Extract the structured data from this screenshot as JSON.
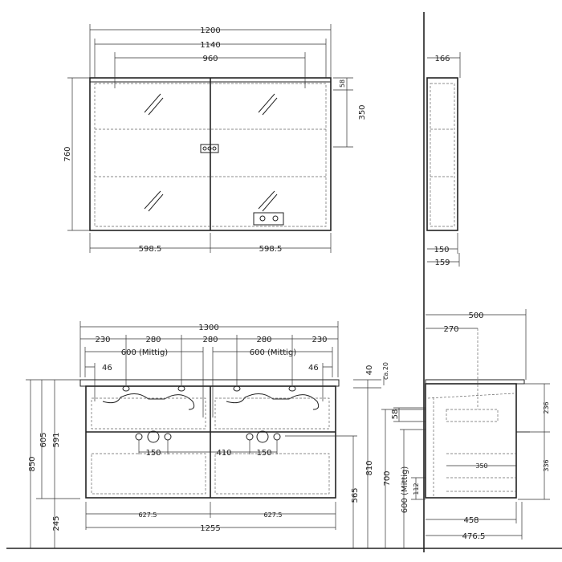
{
  "mirror_front": {
    "w1200": "1200",
    "w1140": "1140",
    "w960": "960",
    "h760": "760",
    "h58": "58",
    "h350": "350",
    "w598a": "598.5",
    "w598b": "598.5"
  },
  "mirror_side": {
    "d166": "166",
    "d150": "150",
    "d159": "159"
  },
  "vanity_front": {
    "w1300": "1300",
    "s230a": "230",
    "s280a": "280",
    "s280b": "280",
    "s280c": "280",
    "s230b": "230",
    "m600a": "600 (Mittig)",
    "m600b": "600 (Mittig)",
    "e46a": "46",
    "e46b": "46",
    "h850": "850",
    "h605": "605",
    "h591": "591",
    "h245": "245",
    "h40": "40",
    "h810": "810",
    "h565": "565",
    "c150a": "150",
    "c410": "410",
    "c150b": "150",
    "w627a": "627.5",
    "w627b": "627.5",
    "w1255": "1255"
  },
  "vanity_side": {
    "d500": "500",
    "d270": "270",
    "ca20": "ca.20",
    "h58": "58",
    "h700": "700",
    "m600": "600 (Mittig)",
    "h112": "112",
    "h236": "236",
    "h336": "336",
    "d350": "350",
    "d458": "458",
    "d476": "476.5"
  }
}
